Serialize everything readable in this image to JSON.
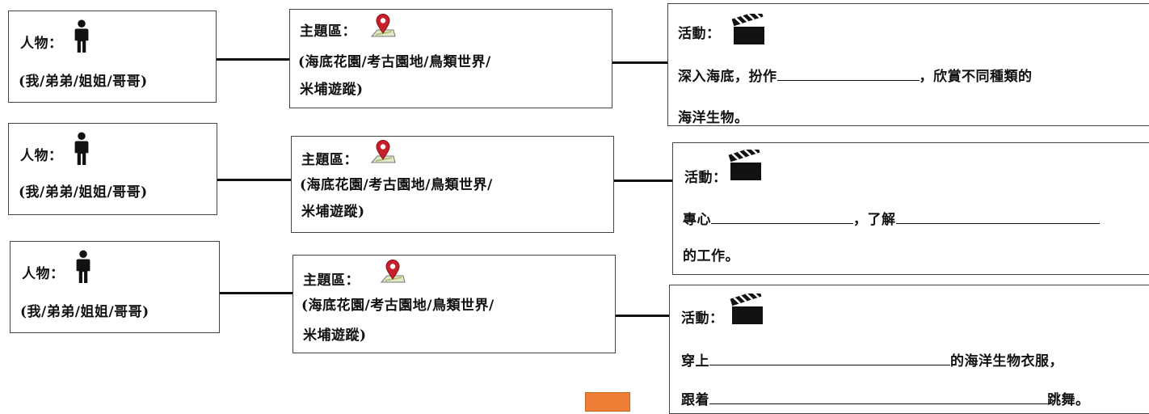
{
  "rows": [
    {
      "person": {
        "label": "人物：",
        "options": "(我/弟弟/姐姐/哥哥)"
      },
      "zone": {
        "label": "主題區：",
        "line1": "(海底花園/考古園地/鳥類世界/",
        "line2": "米埔遊蹤)"
      },
      "activity": {
        "label": "活動：",
        "l1_pre": "深入海底，扮作",
        "l1_post": "，欣賞不同種類的",
        "l2": "海洋生物。"
      }
    },
    {
      "person": {
        "label": "人物：",
        "options": "(我/弟弟/姐姐/哥哥)"
      },
      "zone": {
        "label": "主題區：",
        "line1": "(海底花園/考古園地/鳥類世界/",
        "line2": "米埔遊蹤)"
      },
      "activity": {
        "label": "活動：",
        "l1_pre": "專心",
        "l1_mid": "，了解",
        "l2": "的工作。"
      }
    },
    {
      "person": {
        "label": "人物：",
        "options": "(我/弟弟/姐姐/哥哥)"
      },
      "zone": {
        "label": "主題區：",
        "line1": "(海底花園/考古園地/鳥類世界/",
        "line2": "米埔遊蹤)"
      },
      "activity": {
        "label": "活動：",
        "l1_pre": "穿上",
        "l1_post": "的海洋生物衣服，",
        "l2_pre": "跟着",
        "l2_post": "跳舞。"
      }
    }
  ],
  "icons": {
    "person": "person-icon",
    "map": "map-pin-icon",
    "clapper": "clapperboard-icon"
  },
  "colors": {
    "pin": "#c8202a",
    "orange": "#ee7e35"
  }
}
